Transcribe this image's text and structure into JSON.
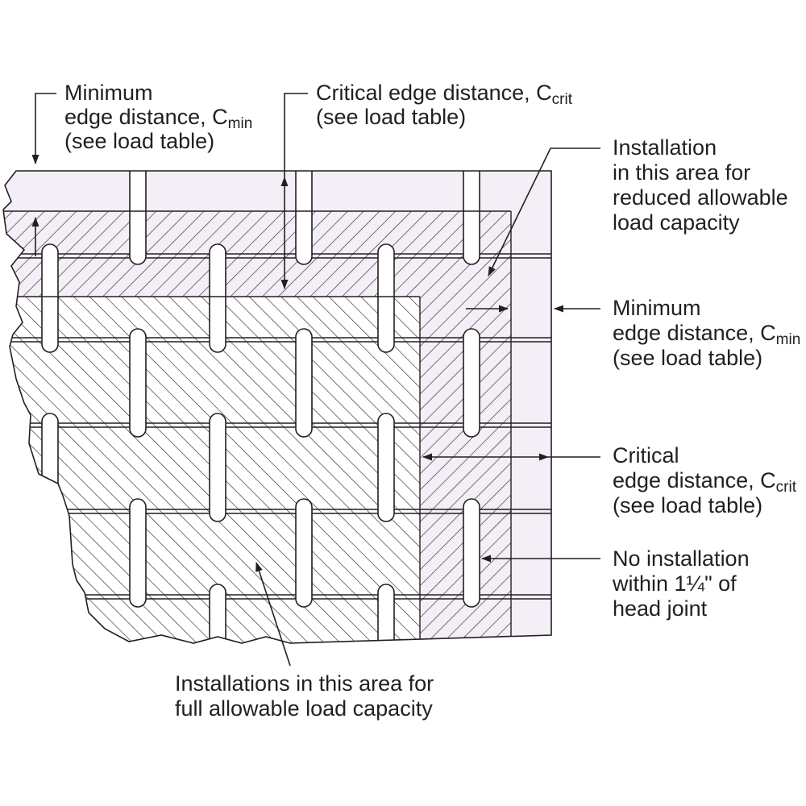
{
  "labels": {
    "top_left": {
      "line1": "Minimum",
      "line2": "edge distance, C",
      "line2_sub": "min",
      "line3": "(see load table)"
    },
    "top_center": {
      "line1": "Critical edge distance, C",
      "line1_sub": "crit",
      "line2": "(see load table)"
    },
    "reduced_area": {
      "line1": "Installation",
      "line2": "in this area for",
      "line3": "reduced allowable",
      "line4": "load capacity"
    },
    "right_min": {
      "line1": "Minimum",
      "line2": "edge distance, C",
      "line2_sub": "min",
      "line3": "(see load table)"
    },
    "right_crit": {
      "line1": "Critical",
      "line2": "edge distance, C",
      "line2_sub": "crit",
      "line3": "(see load table)"
    },
    "head_joint": {
      "line1": "No installation",
      "line2": "within 1¼\" of",
      "line3": "head joint"
    },
    "full_area": {
      "line1": "Installations in this area for",
      "line2": "full allowable load capacity"
    }
  },
  "colors": {
    "ink": "#231f20",
    "edge_zone_fill": "#f4eef6",
    "hatch": "#2a2a2a"
  }
}
